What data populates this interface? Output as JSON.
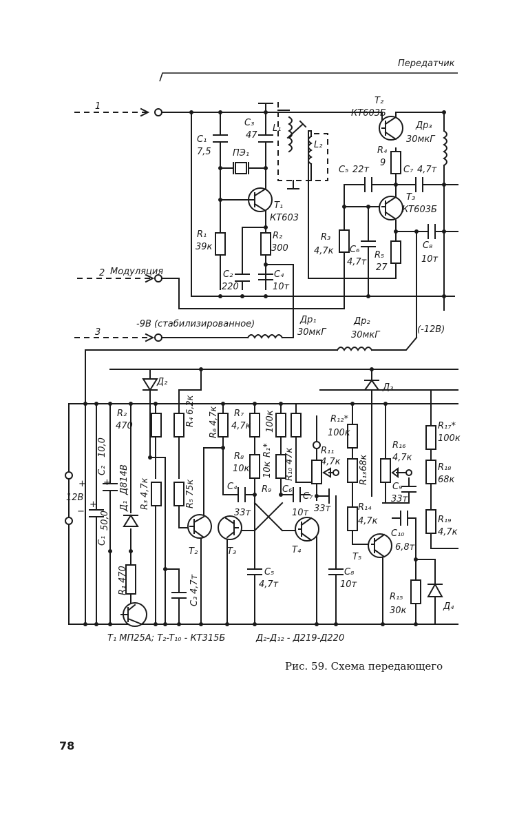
{
  "header": {
    "section_label": "Передатчик"
  },
  "inputs": {
    "in1_num": "1",
    "in2_num": "2",
    "in2_label": "Модуляция",
    "in3_num": "3",
    "in3_label": "-9В (стабилизированное)",
    "minus12": "(-12В)"
  },
  "rf": {
    "C1": "C₁",
    "C1_val": "7,5",
    "C3": "C₃",
    "C3_val": "47",
    "PE1": "ПЭ₁",
    "L1": "L₁",
    "L2": "L₂",
    "T1": "T₁",
    "T1_type": "КТ603",
    "T2": "T₂",
    "T2_type": "КТ603Б",
    "T3": "T₃",
    "T3_type": "КТ603Б",
    "R1": "R₁",
    "R1_val": "39к",
    "R2": "R₂",
    "R2_val": "300",
    "C2": "C₂",
    "C2_val": "220",
    "C4": "C₄",
    "C4_val": "10т",
    "Dr1": "Др₁",
    "Dr1_val": "30мкГ",
    "Dr2": "Др₂",
    "Dr2_val": "30мкГ",
    "Dr3": "Др₃",
    "Dr3_val": "30мкГ",
    "R4": "R₄",
    "R4_val": "9",
    "C5": "C₅",
    "C5_val": "22т",
    "C7": "C₇",
    "C7_val": "4,7т",
    "R3": "R₃",
    "R3_val": "4,7к",
    "C6": "C₆",
    "C6_val": "4,7т",
    "R5": "R₅",
    "R5_val": "27",
    "C8": "C₈",
    "C8_val": "10т"
  },
  "lf": {
    "D2": "Д₂",
    "D3": "Д₃",
    "D4": "Д₄",
    "V12": "12В",
    "C1": "C₁",
    "C1_val": "50,0",
    "C2": "C₂",
    "C2_val": "10,0",
    "D1": "Д₁",
    "D1_type": "Д814В",
    "R1": "R₁",
    "R1_val": "470",
    "R2": "R₂",
    "R2_val": "470",
    "R3": "R₃",
    "R3_val": "4,7к",
    "R4": "R₄",
    "R4_val": "6,2к",
    "R5": "R₅",
    "R5_val": "75к",
    "C3": "C₃",
    "C3_val": "4,7т",
    "T2": "T₂",
    "R6": "R₆",
    "R6_val": "4,7к",
    "R7": "R₇",
    "R7_val": "4,7к",
    "R8": "R₈",
    "R8_val": "10к",
    "C4": "C₄",
    "C4_val": "33т",
    "T3": "T₃",
    "R1s": "R₁*",
    "R1s_val": "100к",
    "R9": "R₉",
    "R9_val": "10к",
    "R10": "R₁₀",
    "R10_val": "47к",
    "C5": "C₅",
    "C5_val": "4,7т",
    "C6": "C₆",
    "C6_val": "10т",
    "C7": "C₇",
    "C7_val": "33т",
    "T4": "T₄",
    "R12": "R₁₂*",
    "R12_val": "100к",
    "R11": "R₁₁",
    "R11_val": "4,7к",
    "C8": "C₈",
    "C8_val": "10т",
    "R13": "R₁₃",
    "R13_val": "68к",
    "R14": "R₁₄",
    "R14_val": "4,7к",
    "T5": "T₅",
    "R15": "R₁₅",
    "R15_val": "30к",
    "R16": "R₁₆",
    "R16_val": "4,7к",
    "C9": "C₉",
    "C9_val": "33т",
    "C10": "C₁₀",
    "C10_val": "6,8т",
    "R17": "R₁₇*",
    "R17_val": "100к",
    "R18": "R₁₈",
    "R18_val": "68к",
    "R19": "R₁₉",
    "R19_val": "4,7к"
  },
  "notes": {
    "transistors": "T₁ МП25А; T₂-T₁₀ - КТ315Б",
    "diodes": "Д₂-Д₁₂ - Д219-Д220"
  },
  "caption": "Рис. 59. Схема передающего",
  "page_number": "78"
}
